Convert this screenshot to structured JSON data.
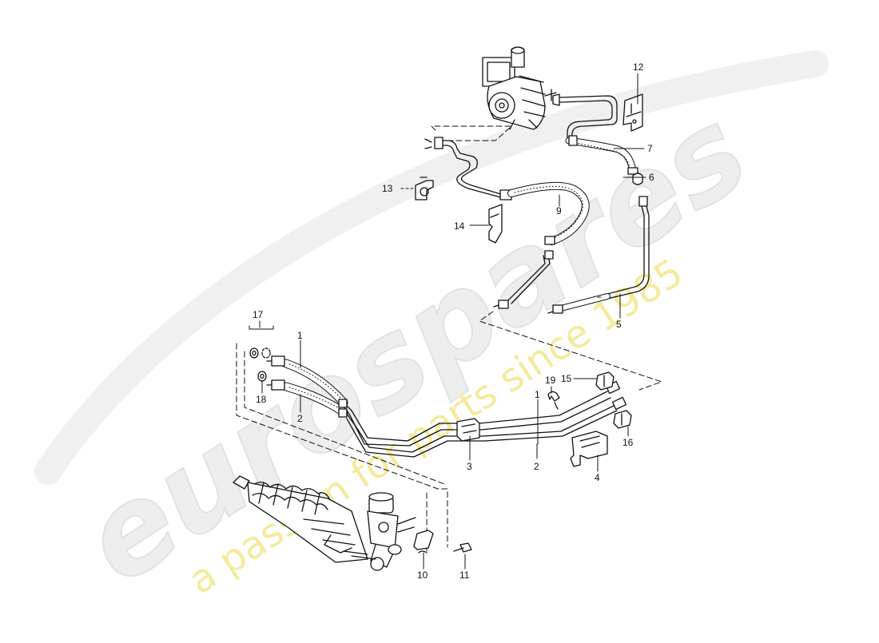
{
  "watermark": {
    "brand": "eurospares",
    "tagline": "a passion for parts since 1985",
    "tagline_color": "#f3eb9c"
  },
  "callouts": {
    "c1a": "1",
    "c2a": "2",
    "c1b": "1",
    "c2b": "2",
    "c3": "3",
    "c4": "4",
    "c5": "5",
    "c6": "6",
    "c7": "7",
    "c9": "9",
    "c10": "10",
    "c11": "11",
    "c12": "12",
    "c13": "13",
    "c14": "14",
    "c15": "15",
    "c16": "16",
    "c17": "17",
    "c18": "18",
    "c19": "19"
  }
}
